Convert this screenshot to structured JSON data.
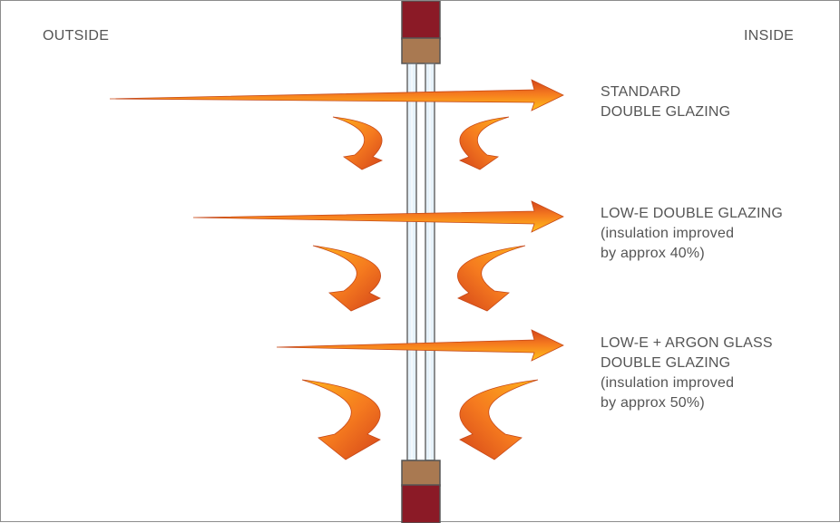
{
  "sides": {
    "outside": "OUTSIDE",
    "inside": "INSIDE"
  },
  "glazing_types": [
    {
      "lines": [
        "STANDARD",
        "DOUBLE GLAZING"
      ]
    },
    {
      "lines": [
        "LOW-E DOUBLE GLAZING",
        "(insulation improved",
        "by approx 40%)"
      ]
    },
    {
      "lines": [
        "LOW-E + ARGON GLASS",
        "DOUBLE GLAZING",
        "(insulation improved",
        "by approx 50%)"
      ]
    }
  ],
  "colors": {
    "frame_dark": "#8b1a26",
    "frame_light": "#a97951",
    "glass": "#e6f2fa",
    "arrow_light": "#ffc21a",
    "arrow_mid": "#f57a1f",
    "arrow_dark": "#d4451a",
    "text": "#555555",
    "border": "#8c8c8c"
  }
}
